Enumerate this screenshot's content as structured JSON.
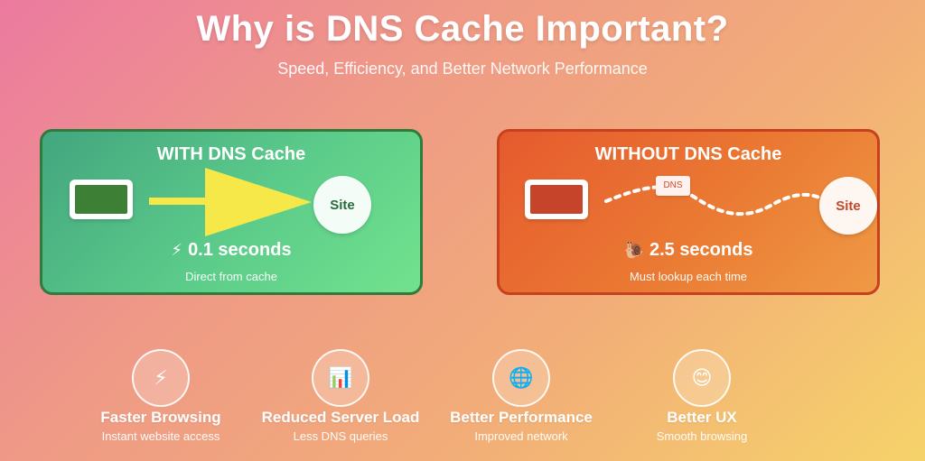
{
  "header": {
    "title": "Why is DNS Cache Important?",
    "subtitle": "Speed, Efficiency, and Better Network Performance"
  },
  "with_cache": {
    "title": "WITH DNS Cache",
    "site_label": "Site",
    "time_icon": "⚡",
    "time_text": "0.1 seconds",
    "note": "Direct from cache",
    "colors": {
      "panel": "#5ccc8a",
      "border": "#2f7b3c",
      "arrow": "#f7e84a",
      "screen": "#3d7f34"
    }
  },
  "without_cache": {
    "title": "WITHOUT DNS Cache",
    "site_label": "Site",
    "dns_label": "DNS",
    "time_icon": "🐌",
    "time_text": "2.5 seconds",
    "note": "Must lookup each time",
    "colors": {
      "panel": "#ea7a33",
      "border": "#c74121",
      "screen": "#c6452a"
    }
  },
  "benefits": [
    {
      "icon": "⚡",
      "icon_name": "lightning-icon",
      "title": "Faster Browsing",
      "subtitle": "Instant website access"
    },
    {
      "icon": "📊",
      "icon_name": "bar-chart-icon",
      "title": "Reduced Server Load",
      "subtitle": "Less DNS queries"
    },
    {
      "icon": "🌐",
      "icon_name": "globe-icon",
      "title": "Better Performance",
      "subtitle": "Improved network"
    },
    {
      "icon": "😊",
      "icon_name": "smiley-icon",
      "title": "Better UX",
      "subtitle": "Smooth browsing"
    }
  ]
}
